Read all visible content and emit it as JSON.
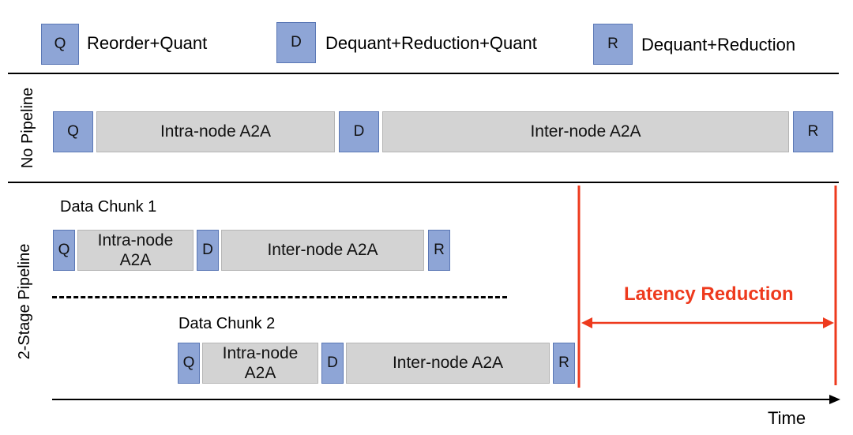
{
  "legend": [
    {
      "code": "Q",
      "text": "Reorder+Quant"
    },
    {
      "code": "D",
      "text": "Dequant+Reduction+Quant"
    },
    {
      "code": "R",
      "text": "Dequant+Reduction"
    }
  ],
  "no_pipeline": {
    "label": "No Pipeline",
    "q": "Q",
    "intra": "Intra-node A2A",
    "d": "D",
    "inter": "Inter-node A2A",
    "r": "R"
  },
  "two_stage": {
    "label": "2-Stage Pipeline",
    "chunk1": {
      "label": "Data Chunk 1",
      "q": "Q",
      "intra_line1": "Intra-node",
      "intra_line2": "A2A",
      "d": "D",
      "inter": "Inter-node A2A",
      "r": "R"
    },
    "chunk2": {
      "label": "Data Chunk 2",
      "q": "Q",
      "intra_line1": "Intra-node",
      "intra_line2": "A2A",
      "d": "D",
      "inter": "Inter-node A2A",
      "r": "R"
    }
  },
  "latency_reduction": "Latency Reduction",
  "time_label": "Time",
  "colors": {
    "stage_box": "#8ea5d6",
    "transfer_box": "#d3d3d3",
    "highlight": "#ee3a1d"
  }
}
